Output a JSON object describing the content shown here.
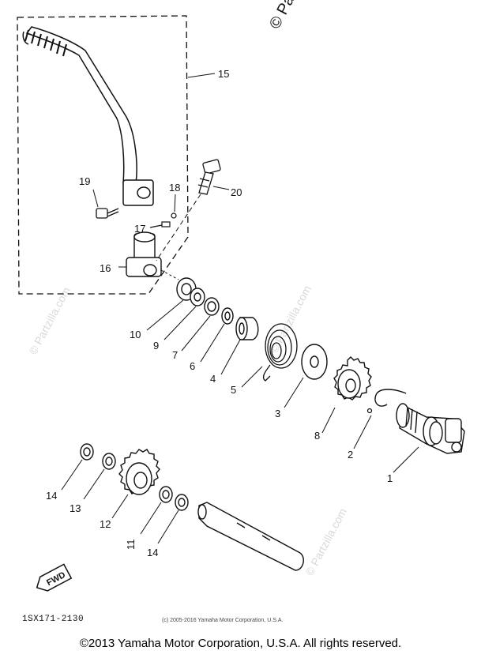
{
  "watermark_top": "© Par",
  "watermark_side_1": "© Partzilla.com",
  "watermark_side_2": "© Partzilla.com",
  "watermark_side_3": "© Partzilla.com",
  "callouts": {
    "c1": "1",
    "c2": "2",
    "c3": "3",
    "c4": "4",
    "c5": "5",
    "c6": "6",
    "c7": "7",
    "c8": "8",
    "c9": "9",
    "c10": "10",
    "c11": "11",
    "c12": "12",
    "c13": "13",
    "c14a": "14",
    "c14b": "14",
    "c15": "15",
    "c16": "16",
    "c17": "17",
    "c18": "18",
    "c19": "19",
    "c20": "20"
  },
  "fwd_label": "FWD",
  "diagram_code": "1SX171-2130",
  "copyright_small": "(c) 2005-2016 Yamaha Motor Corporation, U.S.A.",
  "copyright_footer": "©2013 Yamaha Motor Corporation, U.S.A. All rights reserved."
}
